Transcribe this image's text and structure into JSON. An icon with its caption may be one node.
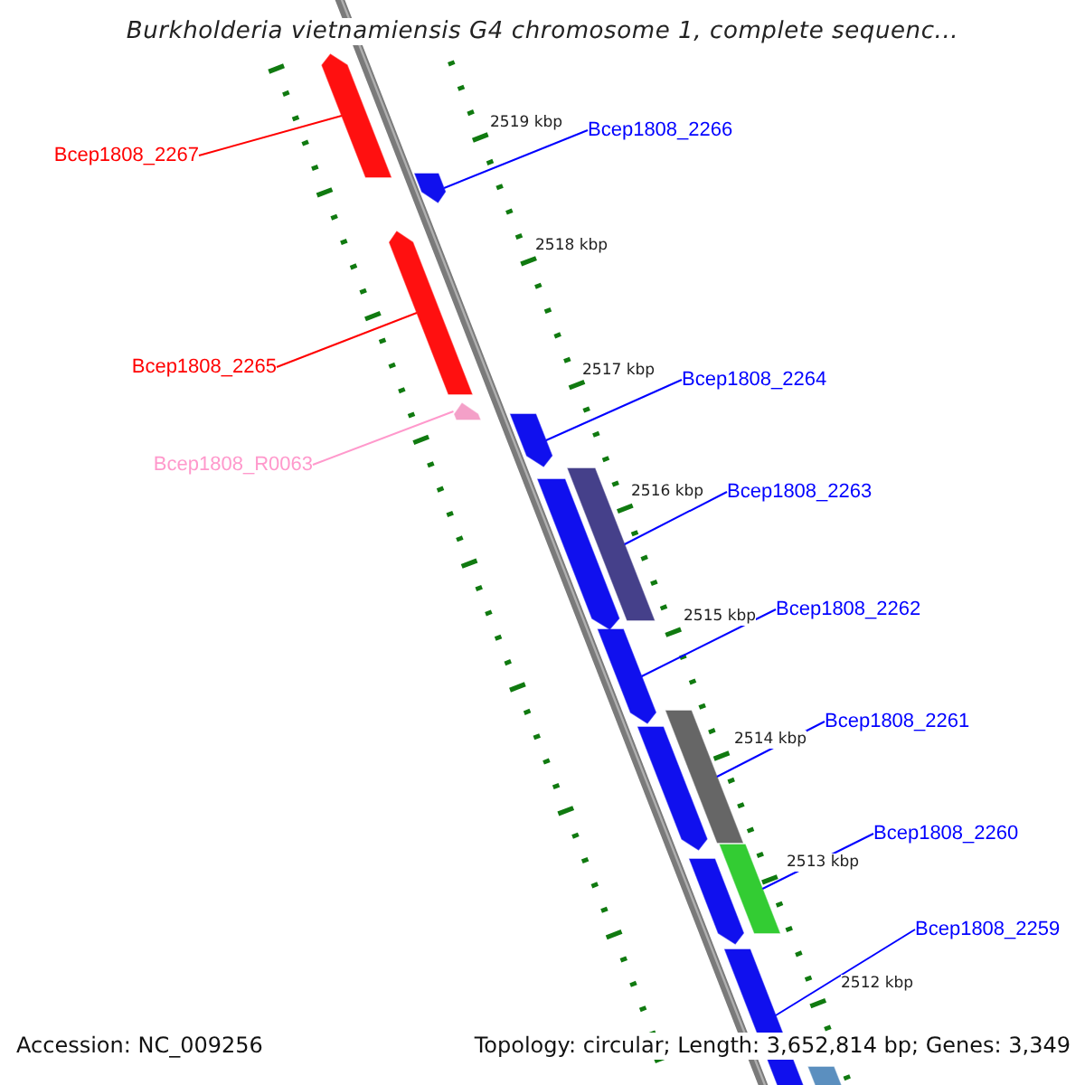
{
  "diagram": {
    "title": "Burkholderia vietnamiensis G4 chromosome 1, complete sequenc...",
    "nodes": [
      {
        "text": [
          "Bcep1808_2267"
        ]
      },
      {
        "text": [
          "Bcep1808_2266"
        ]
      },
      {
        "text": [
          "Bcep1808_2265"
        ]
      },
      {
        "text": [
          "Bcep1808_R0063"
        ]
      },
      {
        "text": [
          "Bcep1808_2264"
        ]
      },
      {
        "text": [
          "Bcep1808_2263"
        ]
      },
      {
        "text": [
          "Bcep1808_2262"
        ]
      },
      {
        "text": [
          "Bcep1808_2261"
        ]
      },
      {
        "text": [
          "Bcep1808_2260"
        ]
      },
      {
        "text": [
          "Bcep1808_2259"
        ]
      },
      {
        "text": [],
        "shape": "bar"
      },
      {
        "text": [],
        "shape": "bar"
      },
      {
        "text": [],
        "shape": "bar"
      },
      {
        "text": [],
        "shape": "bar"
      },
      {
        "text": [],
        "shape": "bar"
      },
      {
        "text": [],
        "shape": "bar"
      },
      {
        "text": [],
        "shape": "bar"
      },
      {
        "text": [],
        "shape": "bar"
      },
      {
        "text": [],
        "shape": "bar"
      },
      {
        "text": [],
        "shape": "bar"
      },
      {
        "text": [],
        "shape": "bar"
      },
      {
        "text": [],
        "shape": "bar"
      },
      {
        "text": [],
        "shape": "bar"
      },
      {
        "text": [],
        "shape": "bar"
      }
    ],
    "edges": [
      {
        "from": 0,
        "to": 10,
        "arrow": "none",
        "color": "#ff0000"
      },
      {
        "from": 1,
        "to": 11,
        "arrow": "none"
      },
      {
        "from": 2,
        "to": 12,
        "arrow": "none",
        "color": "#ff0000"
      },
      {
        "from": 3,
        "to": 13,
        "arrow": "none",
        "color": "#ff99cc"
      },
      {
        "from": 4,
        "to": 14,
        "arrow": "none"
      },
      {
        "from": 5,
        "to": 16,
        "arrow": "none"
      },
      {
        "from": 6,
        "to": 17,
        "arrow": "none"
      },
      {
        "from": 7,
        "to": 19,
        "arrow": "none"
      },
      {
        "from": 8,
        "to": 21,
        "arrow": "none"
      },
      {
        "from": 9,
        "to": 22,
        "arrow": "none"
      }
    ],
    "labels": [
      "2519 kbp",
      "2518 kbp",
      "2517 kbp",
      "2516 kbp",
      "2515 kbp",
      "2514 kbp",
      "2513 kbp",
      "2512 kbp",
      "Accession: NC_009256",
      "Topology: circular; Length: 3,652,814 bp; Genes: 3,349"
    ]
  }
}
